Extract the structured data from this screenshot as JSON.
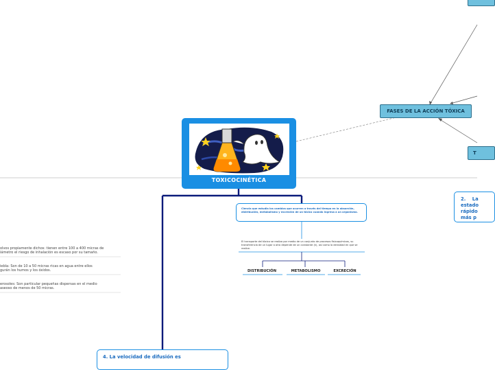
{
  "central": {
    "title": "TOXICOCINÉTICA"
  },
  "nodes": {
    "fases": "FASES DE LA ACCIÓN TÓXICA",
    "teal_bottom_fragment": "T",
    "definition": "Ciencia que estudia los cambios que ocurren a través del tiempo en la absorción, distribución, metabolismo y excreción de un tóxico cuando ingresa a un organismo.",
    "transport": "El transporte del tóxico se realiza por medio de un conjunto de procesos fisicoquímicos, su transferencia de un lugar a otro depende de un constante (k), así como la densidad en que se realice.",
    "labels": [
      "DISTRIBUCIÓN",
      "METABOLISMO",
      "EXCRECIÓN"
    ],
    "right_fragment": "2.    La\nestado\nrápido\nmás p",
    "bottom_fragment": "4.      La velocidad de difusión es"
  },
  "left_items": [
    "olvos propiamente dichos: tienen entre 100 a 400 micras de\niámetro el riesgo de inhalación es escaso por su tamaño.",
    "iebla: Son de 10 a 50 micras ricas en agua entre ellos\ngurán los humos y los óxidos.",
    "erosoles: Son particular pequeñas dispersas en el medio\naseoso de menos de 50 micras."
  ],
  "colors": {
    "central_fill": "#1a8fe3",
    "teal_fill": "#6fc0de",
    "navy_connector": "#0a1a7a",
    "blue_text": "#1a6bbf",
    "divider": "#bdbdbd"
  }
}
